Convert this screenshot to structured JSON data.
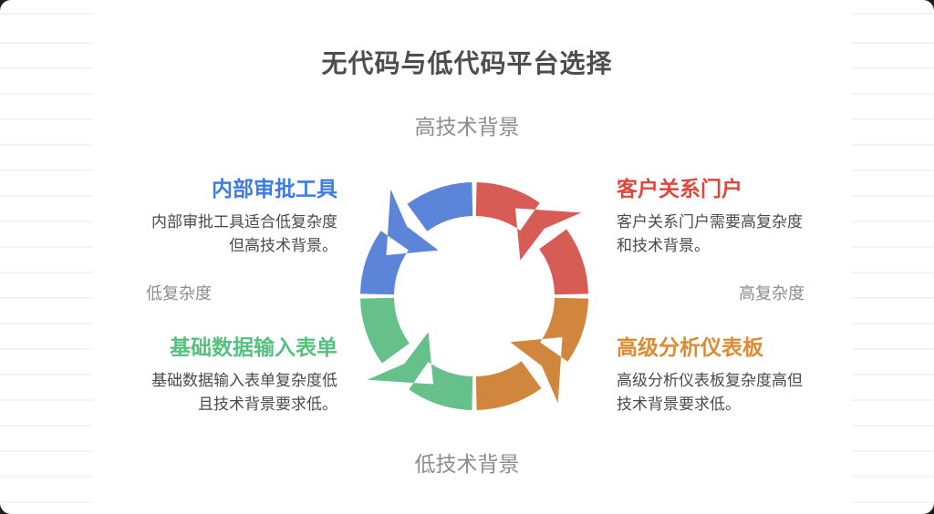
{
  "title": "无代码与低代码平台选择",
  "axes": {
    "top": "高技术背景",
    "bottom": "低技术背景",
    "left": "低复杂度",
    "right": "高复杂度"
  },
  "quadrants": [
    {
      "position": "top-left",
      "heading": "内部审批工具",
      "heading_color": "#3d7ce4",
      "body_lines": [
        "内部审批工具适合低复杂度",
        "但高技术背景。"
      ]
    },
    {
      "position": "top-right",
      "heading": "客户关系门户",
      "heading_color": "#e0473c",
      "body_lines": [
        "客户关系门户需要高复杂度",
        "和技术背景。"
      ]
    },
    {
      "position": "bottom-left",
      "heading": "基础数据输入表单",
      "heading_color": "#55c17e",
      "body_lines": [
        "基础数据输入表单复杂度低",
        "且技术背景要求低。"
      ]
    },
    {
      "position": "bottom-right",
      "heading": "高级分析仪表板",
      "heading_color": "#dd8b33",
      "body_lines": [
        "高级分析仪表板复杂度高但",
        "技术背景要求低。"
      ]
    }
  ],
  "diagram": {
    "description": "four-quarter circular cycle with counterclockwise arrows",
    "segments": [
      {
        "name": "top-left-arc",
        "color": "#5c84d9"
      },
      {
        "name": "top-right-arc",
        "color": "#d65c55"
      },
      {
        "name": "bottom-right-arc",
        "color": "#d0873d"
      },
      {
        "name": "bottom-left-arc",
        "color": "#65c089"
      }
    ]
  },
  "palette": {
    "title_text": "#4d4d4d",
    "body_text": "#4b4b4b",
    "axis_text": "#8d8d8d",
    "card_background": "#ffffff",
    "stripe_line": "#f3f3f3",
    "outer_background": "#1c1c1c"
  }
}
